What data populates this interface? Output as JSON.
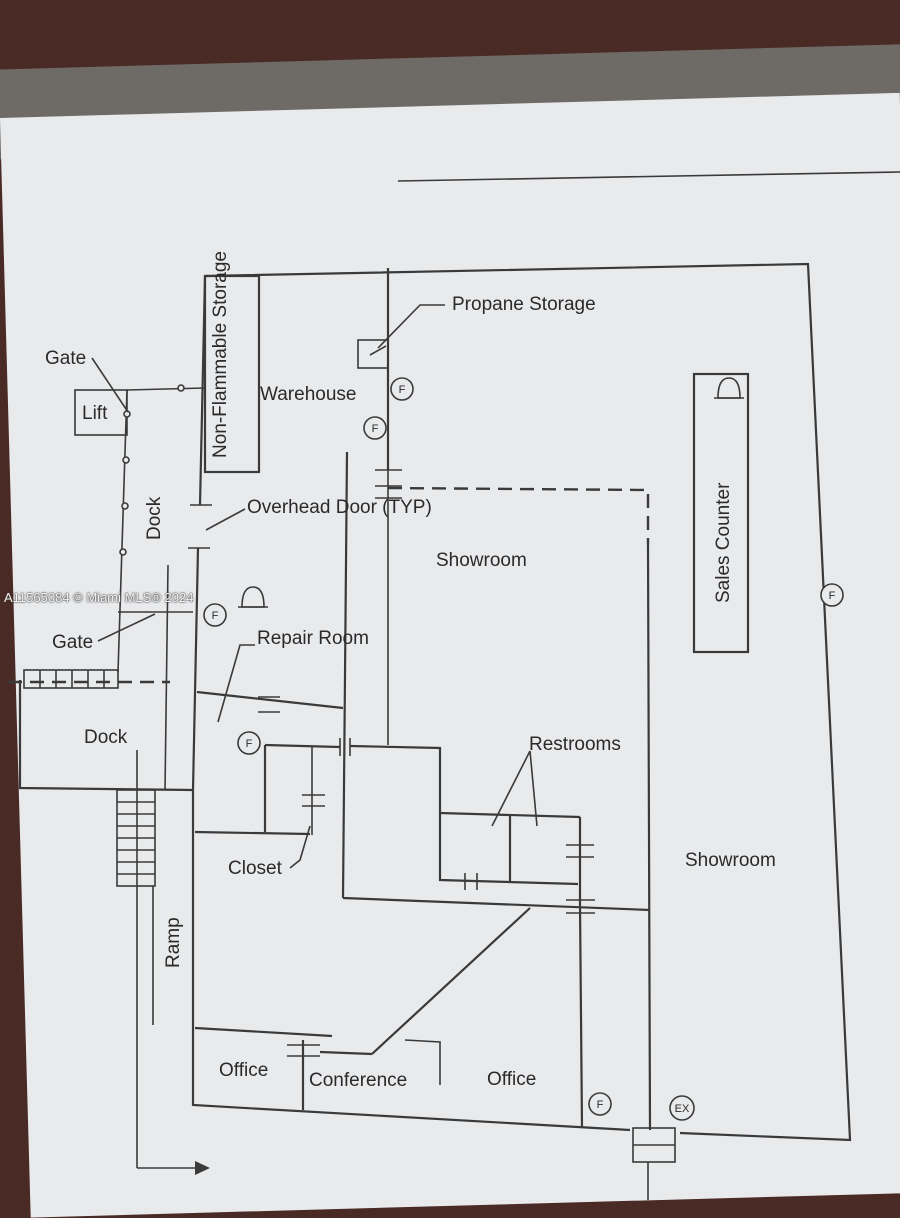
{
  "labels": {
    "gate_top": "Gate",
    "lift": "Lift",
    "non_flammable_storage": "Non-Flammable Storage",
    "warehouse": "Warehouse",
    "propane_storage": "Propane Storage",
    "dock_upper": "Dock",
    "overhead_door": "Overhead Door (TYP)",
    "showroom_upper": "Showroom",
    "sales_counter": "Sales Counter",
    "gate_lower": "Gate",
    "repair_room": "Repair Room",
    "dock_lower": "Dock",
    "restrooms": "Restrooms",
    "closet": "Closet",
    "showroom_right": "Showroom",
    "ramp": "Ramp",
    "office_left": "Office",
    "conference": "Conference",
    "office_right": "Office"
  },
  "symbols": {
    "extinguisher": "F",
    "exit": "EX",
    "bell": "bell-icon"
  },
  "watermark": "A11565084 © Miami MLS® 2024"
}
